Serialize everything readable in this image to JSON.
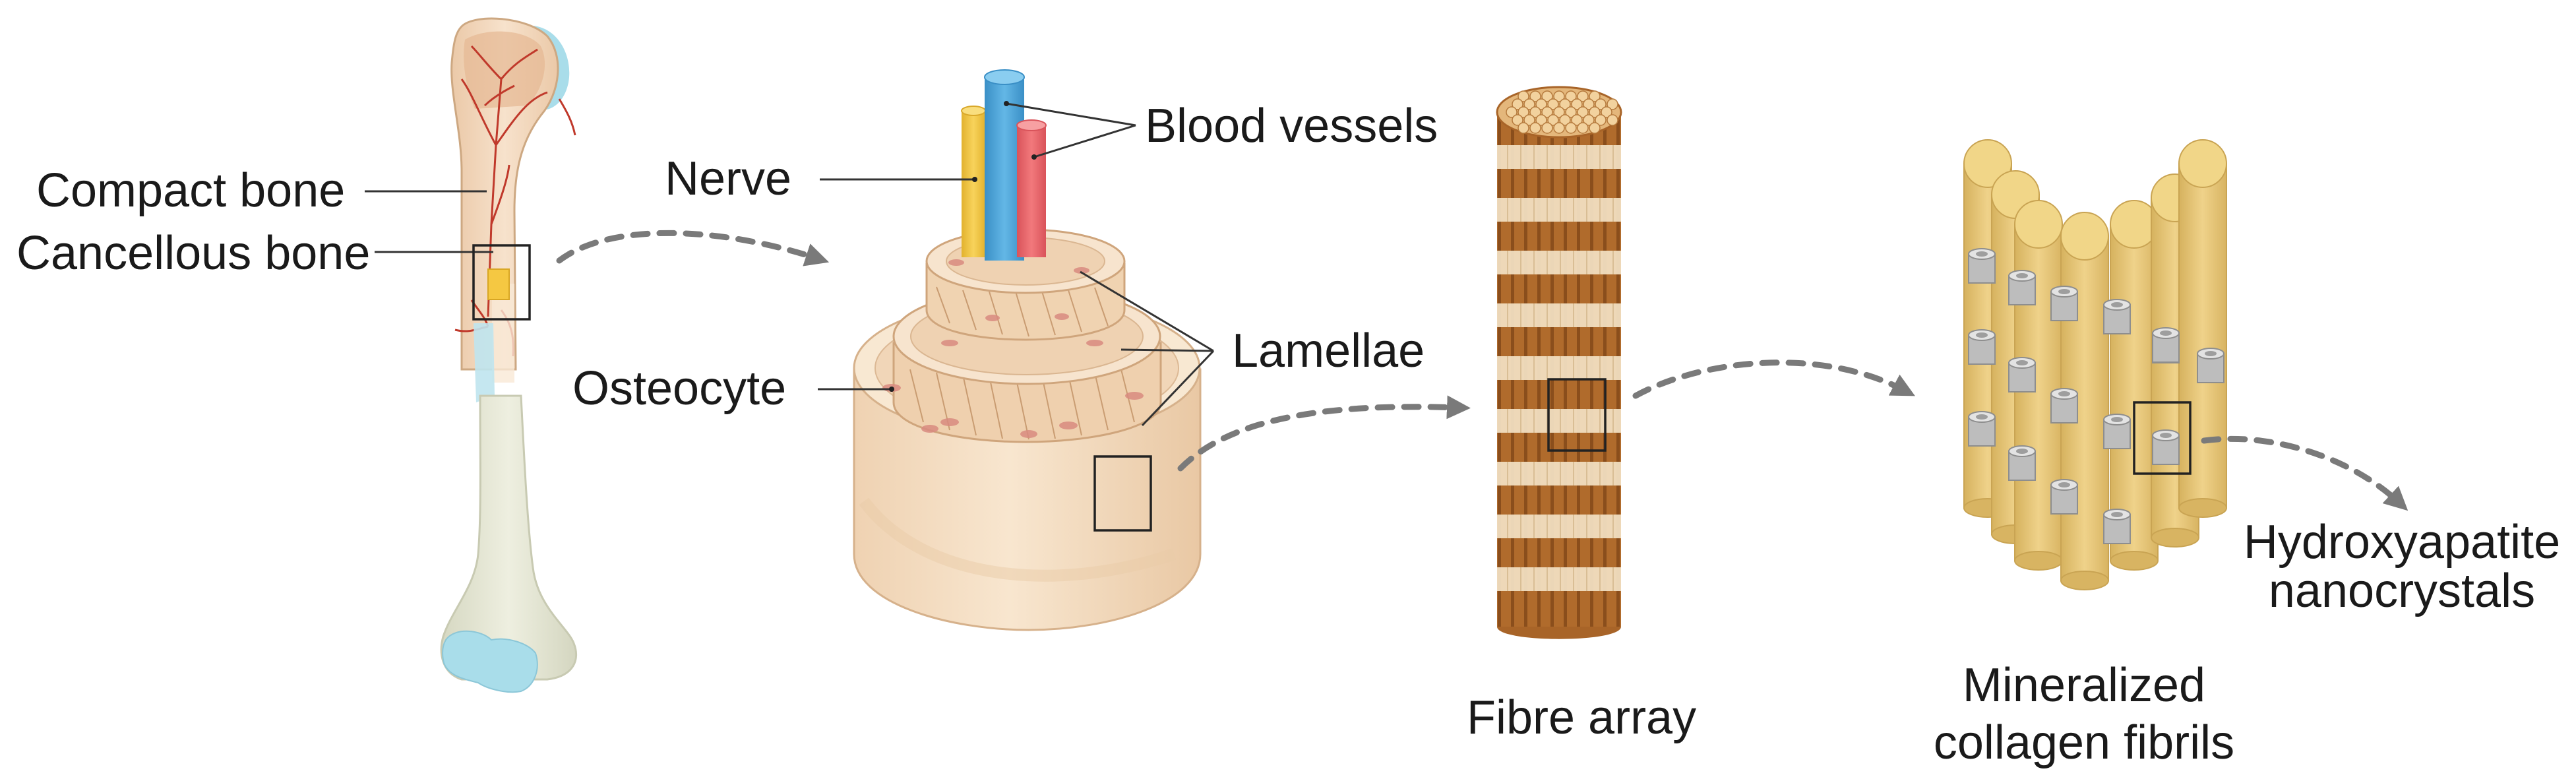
{
  "labels": {
    "compact_bone": "Compact bone",
    "cancellous_bone": "Cancellous bone",
    "nerve": "Nerve",
    "blood_vessels": "Blood vessels",
    "lamellae": "Lamellae",
    "osteocyte": "Osteocyte",
    "fibre_array": "Fibre array",
    "mineralized_line1": "Mineralized",
    "mineralized_line2": "collagen fibrils",
    "hydroxyapatite_line1": "Hydroxyapatite",
    "hydroxyapatite_line2": "nanocrystals"
  },
  "colors": {
    "bone_shaft": "#F5DCC4",
    "bone_lower": "#E4E6D2",
    "cartilage": "#A9DDEA",
    "vessel_red": "#C0392B",
    "nerve_yellow": "#F5C842",
    "vessel_blue": "#4DA6DA",
    "vessel_red_tube": "#EE6B6E",
    "osteon": "#F6DFC0",
    "fibre_brown": "#A86428",
    "fibre_light": "#F3E2C4",
    "fibril": "#E7C77A",
    "crystal": "#BDBDBD",
    "arrow": "#7A7A7A"
  }
}
